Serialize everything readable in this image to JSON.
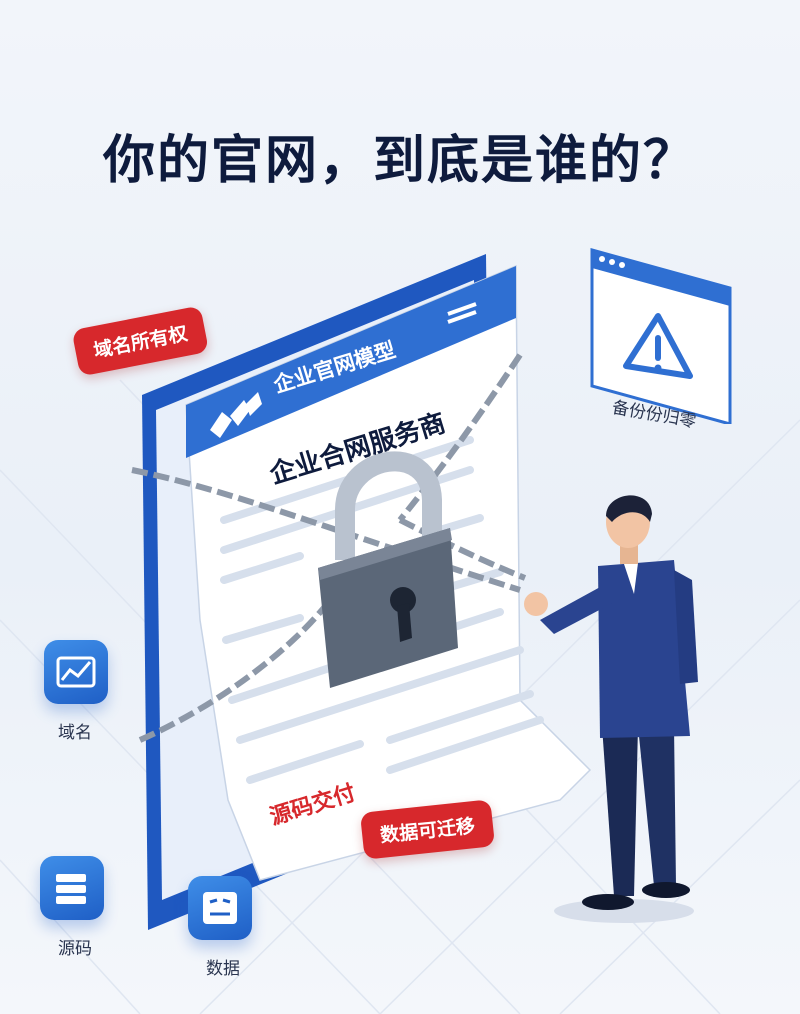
{
  "title": "你的官网，到底是谁的？",
  "badges": {
    "domain_ownership": "域名所有权",
    "data_migratable": "数据可迁移"
  },
  "document": {
    "model_label": "企业官网模型",
    "provider": "企业合网服务商",
    "source_delivery": "源码交付"
  },
  "warning_window": {
    "caption": "备份份归零",
    "icon": "warning-triangle-icon"
  },
  "side_icons": [
    {
      "label": "域名",
      "icon": "domain-chart-icon"
    },
    {
      "label": "源码",
      "icon": "source-code-stack-icon"
    },
    {
      "label": "数据",
      "icon": "data-face-icon"
    }
  ],
  "colors": {
    "brand_blue": "#2563c9",
    "alert_red": "#d7282c",
    "title_navy": "#0e1b3d"
  }
}
